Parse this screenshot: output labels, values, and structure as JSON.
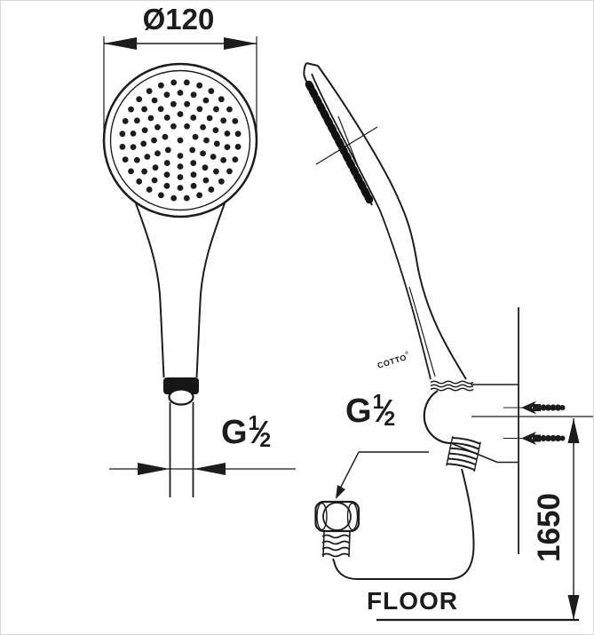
{
  "drawing": {
    "front_view": {
      "diameter_label": "Ø120",
      "thread": {
        "base": "G",
        "numerator": "1",
        "slash": "⁄",
        "denominator": "2"
      }
    },
    "side_view": {
      "brand": {
        "name": "COTTO",
        "reg": "®"
      },
      "thread": {
        "base": "G",
        "numerator": "1",
        "slash": "⁄",
        "denominator": "2"
      },
      "mount_height_label": "1650",
      "floor_label": "FLOOR"
    }
  },
  "colors": {
    "line": "#1c1c1c",
    "background": "#ffffff"
  }
}
